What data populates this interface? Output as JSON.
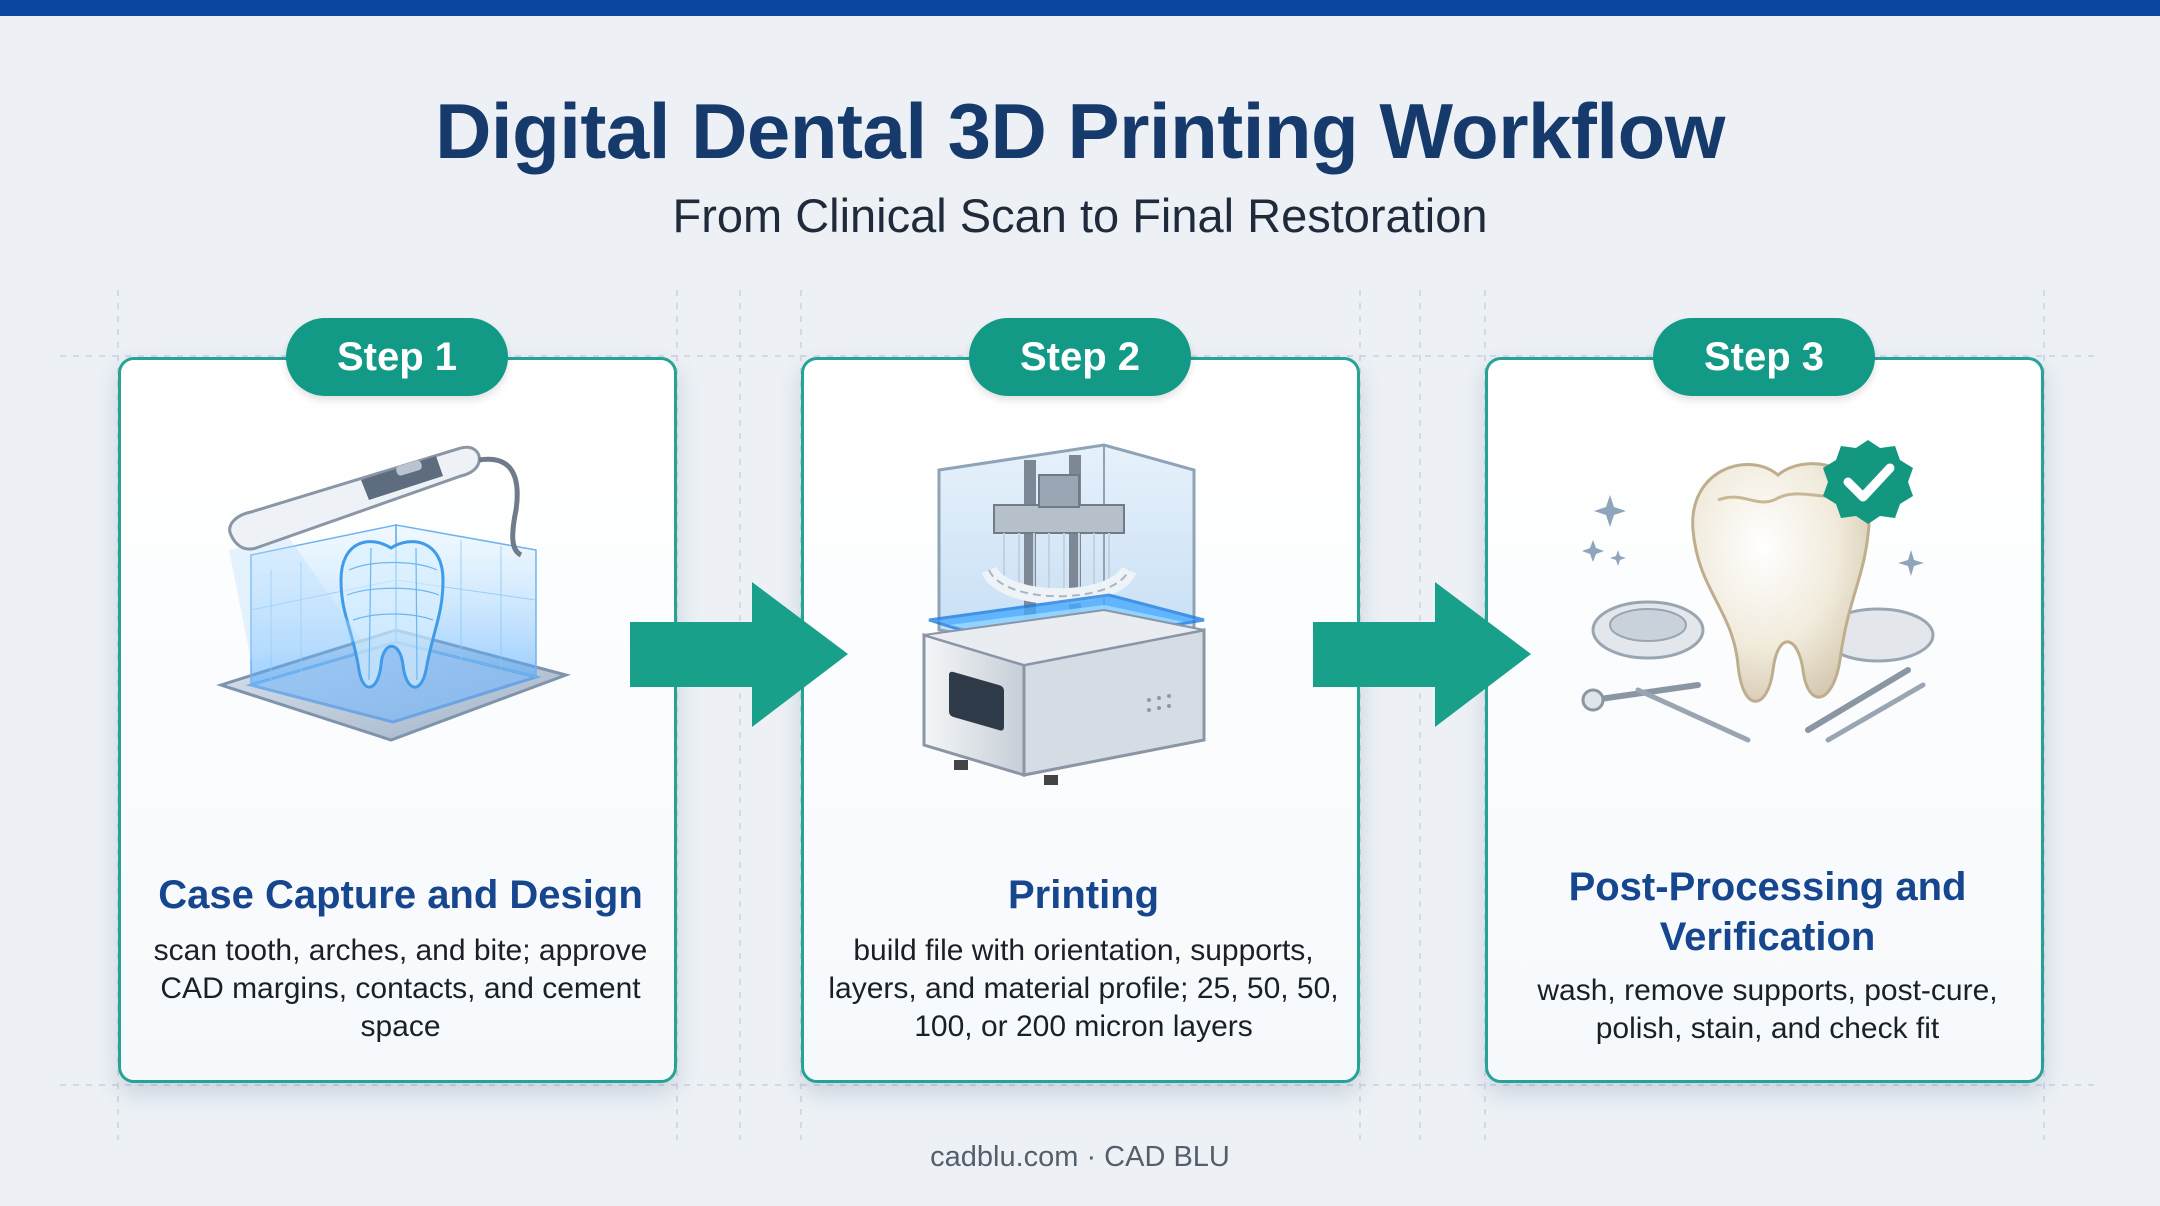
{
  "header": {
    "title": "Digital Dental 3D Printing Workflow",
    "subtitle": "From Clinical Scan to Final Restoration"
  },
  "steps": [
    {
      "badge": "Step 1",
      "title": "Case Capture and Design",
      "description": "scan tooth, arches, and bite; approve CAD margins, contacts, and cement space",
      "icon": "intraoral-scanner-icon"
    },
    {
      "badge": "Step 2",
      "title": "Printing",
      "description": "build file with orientation, supports, layers, and material profile; 25, 50, 50, 100, or 200 micron layers",
      "icon": "3d-printer-icon"
    },
    {
      "badge": "Step 3",
      "title": "Post-Processing and Verification",
      "description": "wash, remove supports, post-cure, polish, stain, and check fit",
      "icon": "tooth-checkmark-icon"
    }
  ],
  "footer": {
    "credit": "cadblu.com · CAD BLU"
  },
  "colors": {
    "top_bar": "#0b47a0",
    "title": "#163a6b",
    "accent_teal": "#139a86",
    "card_border": "#27a396",
    "step_title": "#15468e"
  }
}
